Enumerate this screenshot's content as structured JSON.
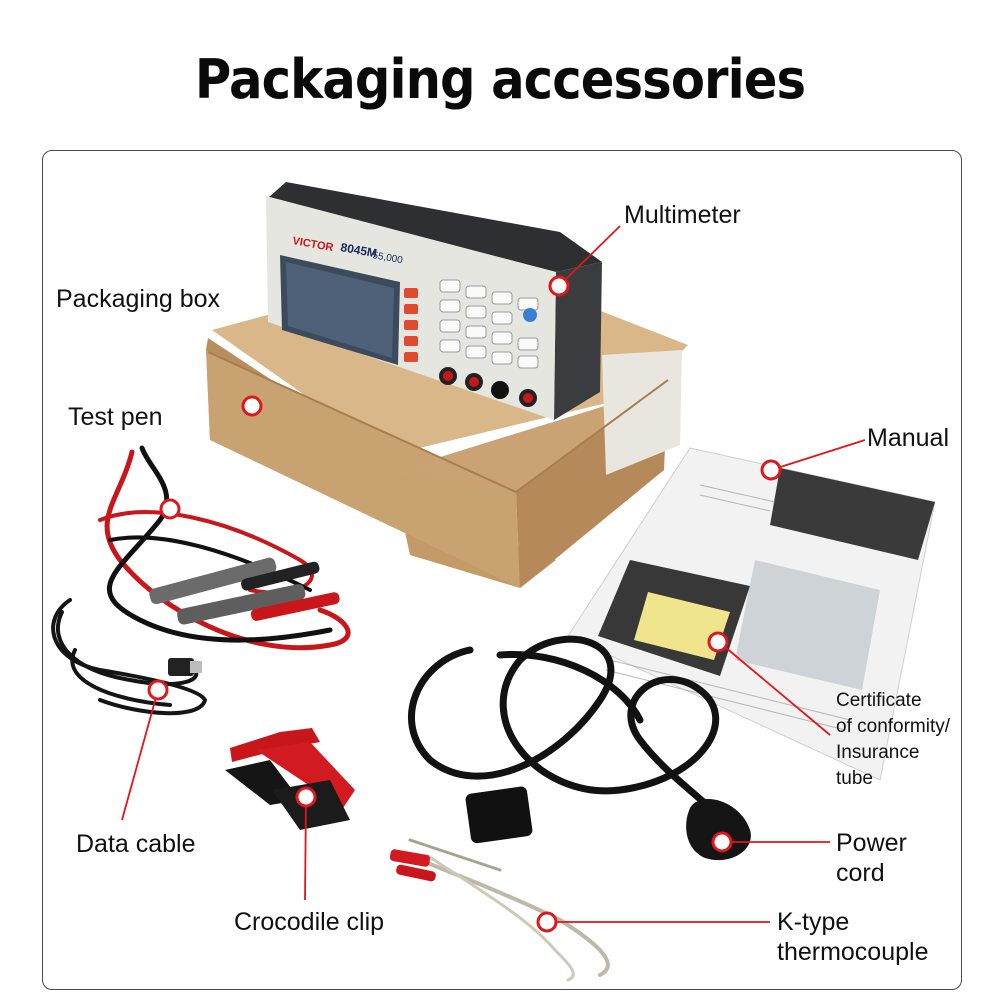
{
  "page": {
    "title": "Packaging accessories"
  },
  "device": {
    "brand": "VICTOR",
    "model": "8045M",
    "count_text": "55,000"
  },
  "labels": {
    "multimeter": "Multimeter",
    "packaging_box": "Packaging box",
    "test_pen": "Test pen",
    "manual": "Manual",
    "certificate": "Certificate\nof conformity/\nInsurance\ntube",
    "data_cable": "Data cable",
    "power_cord": "Power\ncord",
    "crocodile_clip": "Crocodile clip",
    "thermocouple": "K-type\nthermocouple"
  },
  "colors": {
    "marker_red": "#e0161b",
    "box_kraft": "#c9a271",
    "meter_body": "#e6e6e1",
    "meter_dark": "#3a3c3f",
    "frame": "#4a4a4a"
  }
}
